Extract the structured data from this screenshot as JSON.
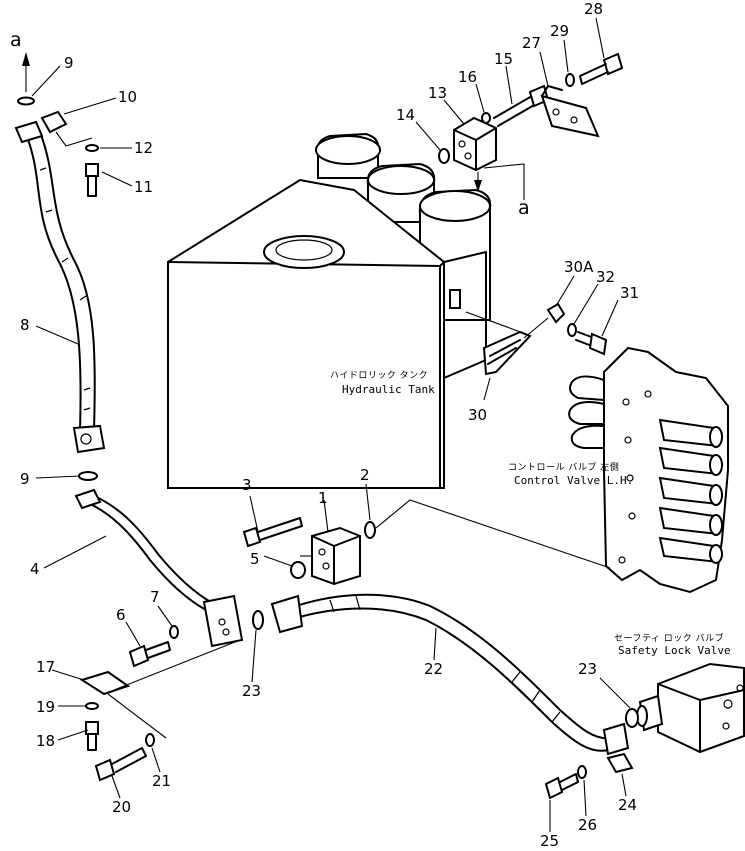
{
  "callouts": {
    "n1": "1",
    "n2": "2",
    "n3": "3",
    "n4": "4",
    "n5": "5",
    "n6": "6",
    "n7": "7",
    "n8": "8",
    "n9_top": "9",
    "n9_mid": "9",
    "n10": "10",
    "n11": "11",
    "n12": "12",
    "n13": "13",
    "n14": "14",
    "n15": "15",
    "n16": "16",
    "n17": "17",
    "n18": "18",
    "n19": "19",
    "n20": "20",
    "n21": "21",
    "n22": "22",
    "n23_left": "23",
    "n23_right": "23",
    "n24": "24",
    "n25": "25",
    "n26": "26",
    "n27": "27",
    "n28": "28",
    "n29": "29",
    "n30": "30",
    "n30a": "30A",
    "n31": "31",
    "n32": "32"
  },
  "refs": {
    "a_top": "a",
    "a_right": "a"
  },
  "captions": {
    "tank_jp": "ハイドロリック タンク",
    "tank_en": "Hydraulic Tank",
    "valve_jp": "コントロール バルブ 左側",
    "valve_en": "Control Valve L.H.",
    "lock_jp": "セーフティ ロック バルブ",
    "lock_en": "Safety Lock Valve"
  }
}
